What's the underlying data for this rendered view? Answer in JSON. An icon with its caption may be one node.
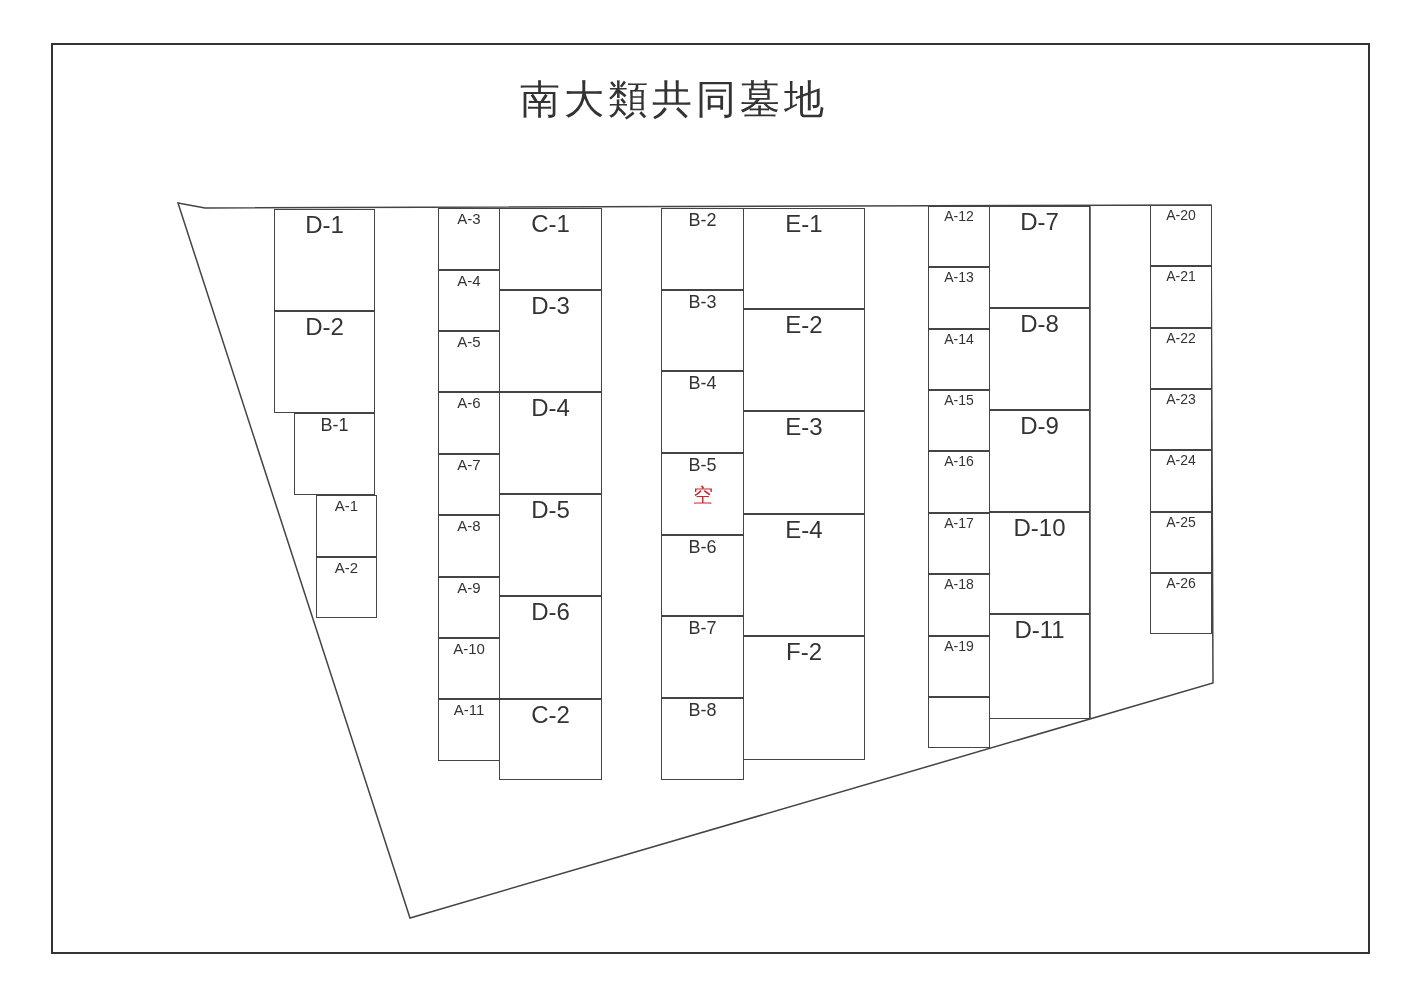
{
  "diagram": {
    "title": "南大類共同墓地",
    "nodes": [
      {
        "text": [
          "D-1"
        ]
      },
      {
        "text": [
          "D-2"
        ]
      },
      {
        "text": [
          "B-1"
        ]
      },
      {
        "text": [
          "A-1"
        ]
      },
      {
        "text": [
          "A-2"
        ]
      },
      {
        "text": [
          "A-3"
        ]
      },
      {
        "text": [
          "A-4"
        ]
      },
      {
        "text": [
          "A-5"
        ]
      },
      {
        "text": [
          "A-6"
        ]
      },
      {
        "text": [
          "A-7"
        ]
      },
      {
        "text": [
          "A-8"
        ]
      },
      {
        "text": [
          "A-9"
        ]
      },
      {
        "text": [
          "A-10"
        ]
      },
      {
        "text": [
          "A-11"
        ]
      },
      {
        "text": [
          "C-1"
        ]
      },
      {
        "text": [
          "D-3"
        ]
      },
      {
        "text": [
          "D-4"
        ]
      },
      {
        "text": [
          "D-5"
        ]
      },
      {
        "text": [
          "D-6"
        ]
      },
      {
        "text": [
          "C-2"
        ]
      },
      {
        "text": [
          "B-2"
        ]
      },
      {
        "text": [
          "B-3"
        ]
      },
      {
        "text": [
          "B-4"
        ]
      },
      {
        "text": [
          "B-5",
          "空"
        ]
      },
      {
        "text": [
          "B-6"
        ]
      },
      {
        "text": [
          "B-7"
        ]
      },
      {
        "text": [
          "B-8"
        ]
      },
      {
        "text": [
          "E-1"
        ]
      },
      {
        "text": [
          "E-2"
        ]
      },
      {
        "text": [
          "E-3"
        ]
      },
      {
        "text": [
          "E-4"
        ]
      },
      {
        "text": [
          "F-2"
        ]
      },
      {
        "text": [
          "A-12"
        ]
      },
      {
        "text": [
          "A-13"
        ]
      },
      {
        "text": [
          "A-14"
        ]
      },
      {
        "text": [
          "A-15"
        ]
      },
      {
        "text": [
          "A-16"
        ]
      },
      {
        "text": [
          "A-17"
        ]
      },
      {
        "text": [
          "A-18"
        ]
      },
      {
        "text": [
          "A-19"
        ]
      },
      {
        "text": [],
        "shape": "box"
      },
      {
        "text": [
          "D-7"
        ]
      },
      {
        "text": [
          "D-8"
        ]
      },
      {
        "text": [
          "D-9"
        ]
      },
      {
        "text": [
          "D-10"
        ]
      },
      {
        "text": [
          "D-11"
        ]
      },
      {
        "text": [
          "A-20"
        ]
      },
      {
        "text": [
          "A-21"
        ]
      },
      {
        "text": [
          "A-22"
        ]
      },
      {
        "text": [
          "A-23"
        ]
      },
      {
        "text": [
          "A-24"
        ]
      },
      {
        "text": [
          "A-25"
        ]
      },
      {
        "text": [
          "A-26"
        ]
      }
    ],
    "edges": []
  }
}
